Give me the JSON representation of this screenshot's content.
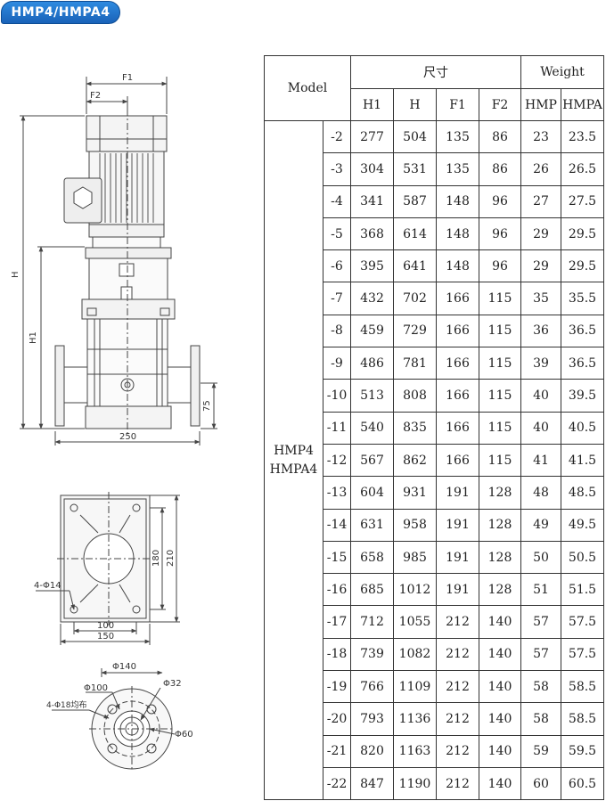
{
  "badge": "HMP4/HMPA4",
  "drawing": {
    "elevation": {
      "dim_f1": "F1",
      "dim_f2": "F2",
      "dim_h": "H",
      "dim_h1": "H1",
      "dim_75": "75",
      "dim_250": "250"
    },
    "base_plan": {
      "dim_holes": "4-Φ14",
      "dim_180": "180",
      "dim_210": "210",
      "dim_100": "100",
      "dim_150": "150"
    },
    "flange": {
      "dim_140": "Φ140",
      "dim_100": "Φ100",
      "dim_32": "Φ32",
      "dim_60": "Φ60",
      "dim_holes": "4-Φ18均布"
    }
  },
  "table": {
    "header": {
      "model": "Model",
      "dimensions": "尺寸",
      "weight": "Weight",
      "h1": "H1",
      "h": "H",
      "f1": "F1",
      "f2": "F2",
      "hmp": "HMP",
      "hmpa": "HMPA"
    },
    "model_name_line1": "HMP4",
    "model_name_line2": "HMPA4",
    "rows": [
      [
        "-2",
        "277",
        "504",
        "135",
        "86",
        "23",
        "23.5"
      ],
      [
        "-3",
        "304",
        "531",
        "135",
        "86",
        "26",
        "26.5"
      ],
      [
        "-4",
        "341",
        "587",
        "148",
        "96",
        "27",
        "27.5"
      ],
      [
        "-5",
        "368",
        "614",
        "148",
        "96",
        "29",
        "29.5"
      ],
      [
        "-6",
        "395",
        "641",
        "148",
        "96",
        "29",
        "29.5"
      ],
      [
        "-7",
        "432",
        "702",
        "166",
        "115",
        "35",
        "35.5"
      ],
      [
        "-8",
        "459",
        "729",
        "166",
        "115",
        "36",
        "36.5"
      ],
      [
        "-9",
        "486",
        "781",
        "166",
        "115",
        "39",
        "36.5"
      ],
      [
        "-10",
        "513",
        "808",
        "166",
        "115",
        "40",
        "39.5"
      ],
      [
        "-11",
        "540",
        "835",
        "166",
        "115",
        "40",
        "40.5"
      ],
      [
        "-12",
        "567",
        "862",
        "166",
        "115",
        "41",
        "41.5"
      ],
      [
        "-13",
        "604",
        "931",
        "191",
        "128",
        "48",
        "48.5"
      ],
      [
        "-14",
        "631",
        "958",
        "191",
        "128",
        "49",
        "49.5"
      ],
      [
        "-15",
        "658",
        "985",
        "191",
        "128",
        "50",
        "50.5"
      ],
      [
        "-16",
        "685",
        "1012",
        "191",
        "128",
        "51",
        "51.5"
      ],
      [
        "-17",
        "712",
        "1055",
        "212",
        "140",
        "57",
        "57.5"
      ],
      [
        "-18",
        "739",
        "1082",
        "212",
        "140",
        "57",
        "57.5"
      ],
      [
        "-19",
        "766",
        "1109",
        "212",
        "140",
        "58",
        "58.5"
      ],
      [
        "-20",
        "793",
        "1136",
        "212",
        "140",
        "58",
        "58.5"
      ],
      [
        "-21",
        "820",
        "1163",
        "212",
        "140",
        "59",
        "59.5"
      ],
      [
        "-22",
        "847",
        "1190",
        "212",
        "140",
        "60",
        "60.5"
      ]
    ]
  }
}
